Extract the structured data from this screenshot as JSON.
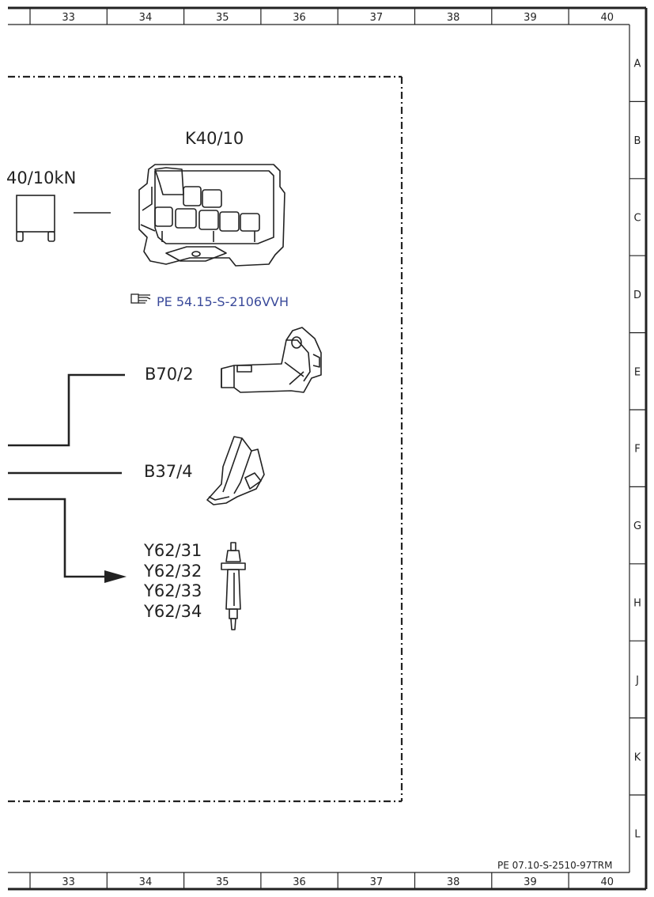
{
  "frame": {
    "columns": [
      "33",
      "34",
      "35",
      "36",
      "37",
      "38",
      "39",
      "40"
    ],
    "rows": [
      "A",
      "B",
      "C",
      "D",
      "E",
      "F",
      "G",
      "H",
      "J",
      "K",
      "L"
    ]
  },
  "components": {
    "relay_label": "40/10kN",
    "module_label": "K40/10",
    "module_ref": "PE 54.15-S-2106VVH",
    "sensor_b70": "B70/2",
    "pedal_b37": "B37/4",
    "injectors": [
      "Y62/31",
      "Y62/32",
      "Y62/33",
      "Y62/34"
    ]
  },
  "footer": {
    "doc_id": "PE 07.10-S-2510-97TRM"
  },
  "colors": {
    "line": "#222222",
    "link": "#3a4a9a"
  }
}
